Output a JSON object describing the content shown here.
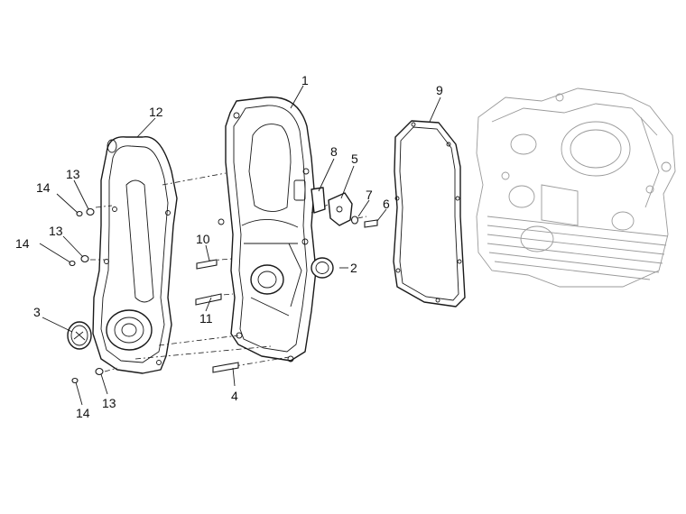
{
  "diagram": {
    "callouts": [
      {
        "id": "c1",
        "label": "1"
      },
      {
        "id": "c2",
        "label": "2"
      },
      {
        "id": "c3",
        "label": "3"
      },
      {
        "id": "c4",
        "label": "4"
      },
      {
        "id": "c5",
        "label": "5"
      },
      {
        "id": "c6",
        "label": "6"
      },
      {
        "id": "c7",
        "label": "7"
      },
      {
        "id": "c8",
        "label": "8"
      },
      {
        "id": "c9",
        "label": "9"
      },
      {
        "id": "c10",
        "label": "10"
      },
      {
        "id": "c11",
        "label": "11"
      },
      {
        "id": "c12",
        "label": "12"
      },
      {
        "id": "c13a",
        "label": "13"
      },
      {
        "id": "c13b",
        "label": "13"
      },
      {
        "id": "c13c",
        "label": "13"
      },
      {
        "id": "c14a",
        "label": "14"
      },
      {
        "id": "c14b",
        "label": "14"
      },
      {
        "id": "c14c",
        "label": "14"
      }
    ]
  }
}
